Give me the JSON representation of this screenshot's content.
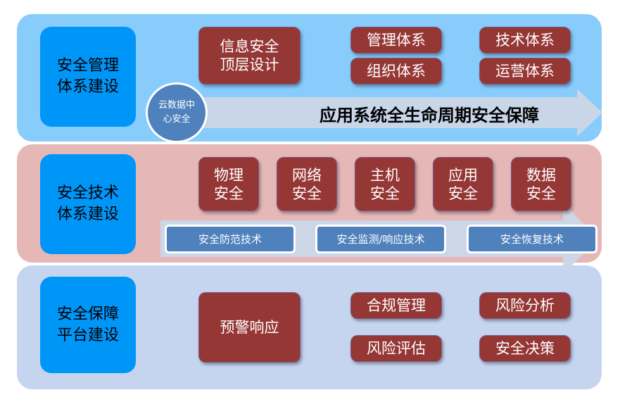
{
  "layers": [
    {
      "label_line1": "安全管理",
      "label_line2": "体系建设"
    },
    {
      "label_line1": "安全技术",
      "label_line2": "体系建设"
    },
    {
      "label_line1": "安全保障",
      "label_line2": "平台建设"
    }
  ],
  "management": {
    "top_design_line1": "信息安全",
    "top_design_line2": "顶层设计",
    "items": [
      "管理体系",
      "组织体系",
      "技术体系",
      "运营体系"
    ],
    "cloud_line1": "云数据中",
    "cloud_line2": "心安全",
    "arrow_title": "应用系统全生命周期安全保障"
  },
  "technology": {
    "domains": [
      {
        "line1": "物理",
        "line2": "安全"
      },
      {
        "line1": "网络",
        "line2": "安全"
      },
      {
        "line1": "主机",
        "line2": "安全"
      },
      {
        "line1": "应用",
        "line2": "安全"
      },
      {
        "line1": "数据",
        "line2": "安全"
      }
    ],
    "techniques": [
      "安全防范技术",
      "安全监测/响应技术",
      "安全恢复技术"
    ]
  },
  "platform": {
    "warning": "预警响应",
    "items": [
      "合规管理",
      "风险评估",
      "风险分析",
      "安全决策"
    ]
  }
}
